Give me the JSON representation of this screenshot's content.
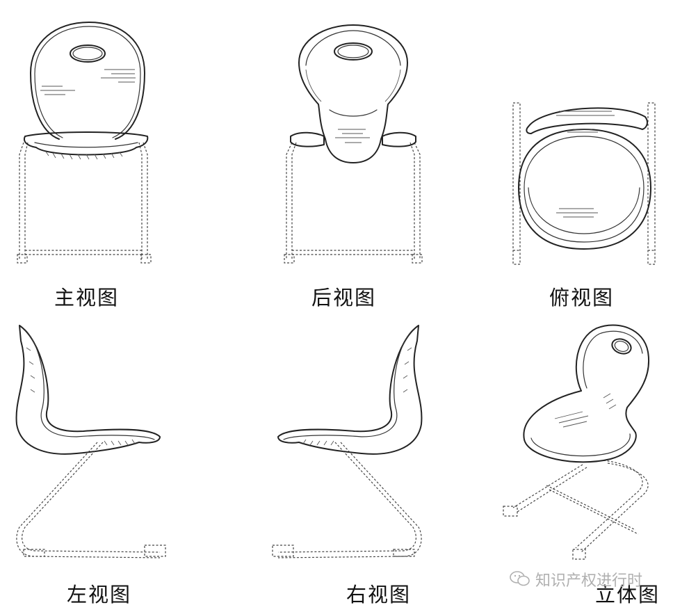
{
  "views": [
    {
      "id": "front",
      "label": "主视图"
    },
    {
      "id": "back",
      "label": "后视图"
    },
    {
      "id": "top",
      "label": "俯视图"
    },
    {
      "id": "left",
      "label": "左视图"
    },
    {
      "id": "right",
      "label": "右视图"
    },
    {
      "id": "iso",
      "label": "立体图"
    }
  ],
  "watermark": {
    "text": "知识产权进行时",
    "icon": "wechat-icon"
  }
}
